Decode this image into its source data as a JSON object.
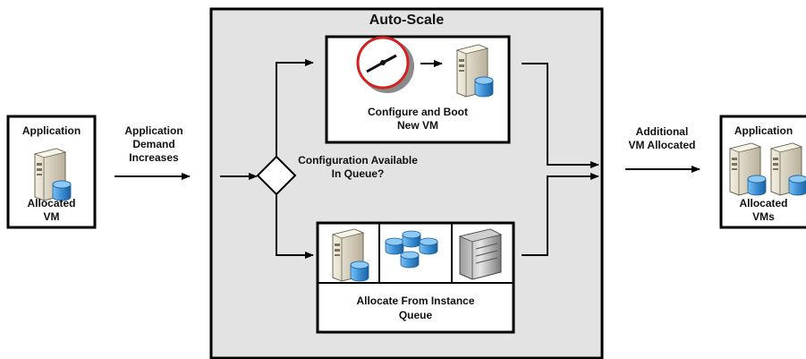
{
  "left_box": {
    "title": "Application",
    "caption_line1": "Allocated",
    "caption_line2": "VM"
  },
  "demand_label": {
    "line1": "Application",
    "line2": "Demand",
    "line3": "Increases"
  },
  "autoscale": {
    "title": "Auto-Scale",
    "decision": {
      "line1": "Configuration Available",
      "line2": "In Queue?"
    },
    "boot_box": {
      "line1": "Configure and Boot",
      "line2": "New VM"
    },
    "queue_box": {
      "line1": "Allocate From Instance",
      "line2": "Queue"
    }
  },
  "allocated_label": {
    "line1": "Additional",
    "line2": "VM Allocated"
  },
  "right_box": {
    "title": "Application",
    "caption_line1": "Allocated",
    "caption_line2": "VMs"
  },
  "colors": {
    "panel": "#e3e3e3",
    "clock_ring": "#d42020",
    "db_blue": "#3a8fd6",
    "server_body": "#d8d0b8"
  },
  "icons": [
    "server-icon",
    "clock-icon",
    "database-icon",
    "storage-array-icon"
  ]
}
